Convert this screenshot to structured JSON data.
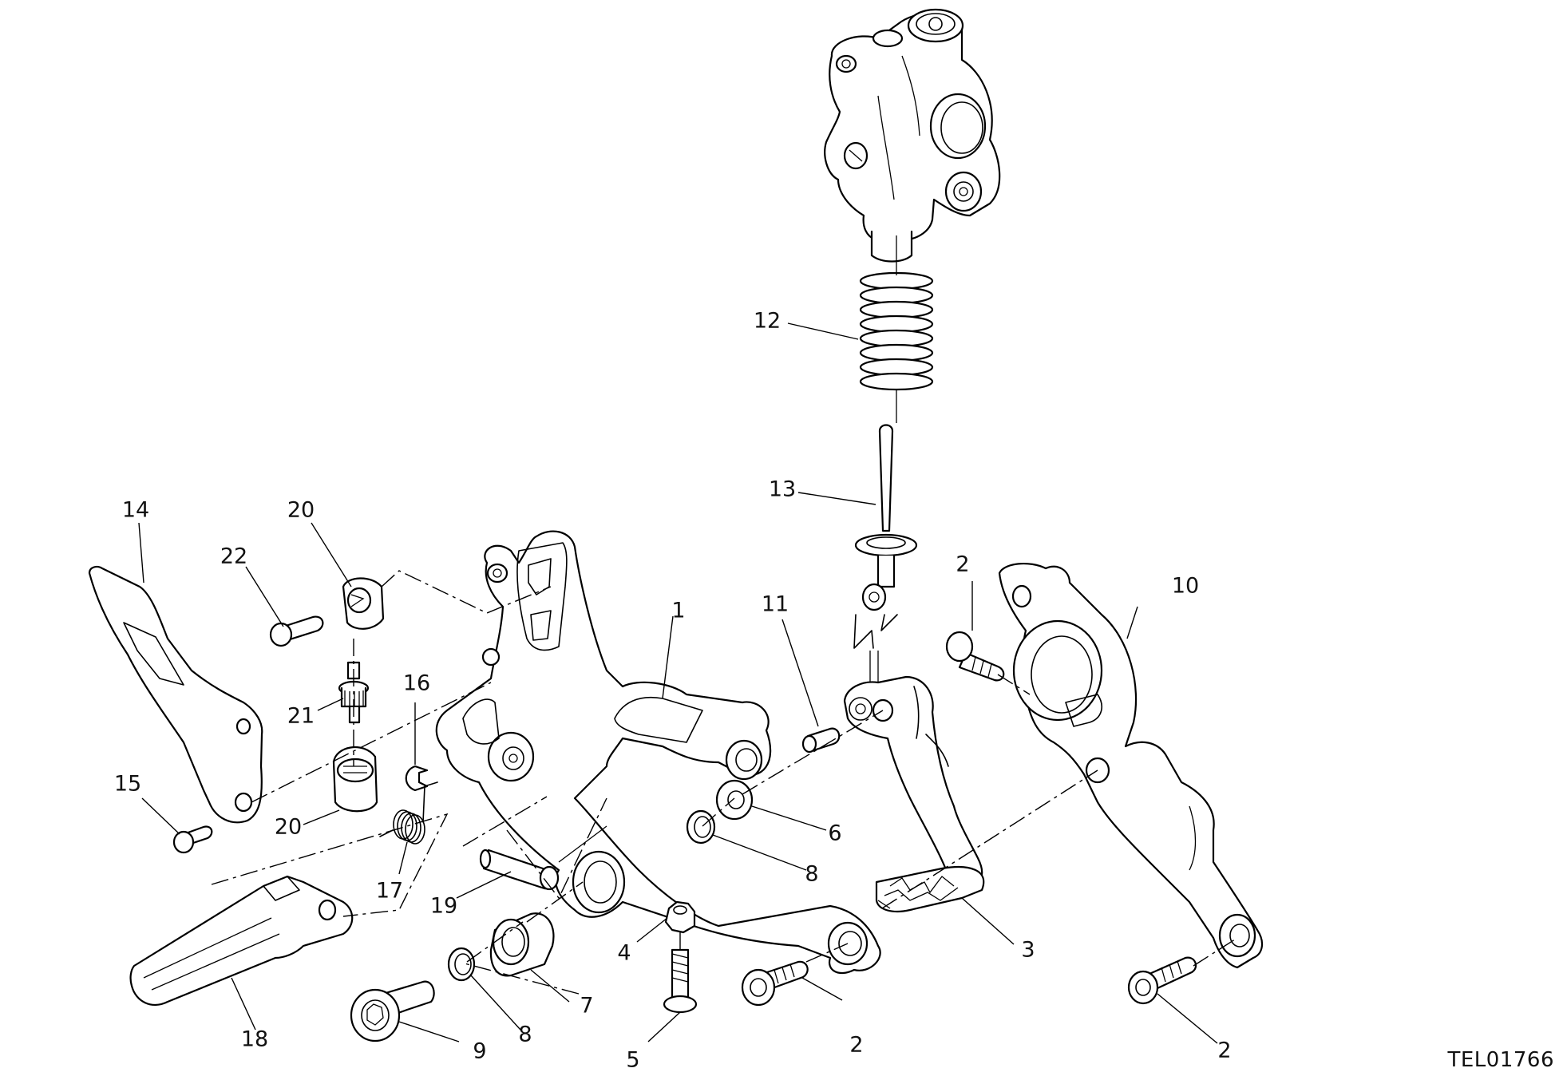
{
  "drawing_code": "TEL01766",
  "callouts": {
    "c1": "1",
    "c2a": "2",
    "c2b": "2",
    "c2c": "2",
    "c3": "3",
    "c4": "4",
    "c5": "5",
    "c6": "6",
    "c7": "7",
    "c8a": "8",
    "c8b": "8",
    "c9": "9",
    "c10": "10",
    "c11": "11",
    "c12": "12",
    "c13": "13",
    "c14": "14",
    "c15": "15",
    "c16": "16",
    "c17": "17",
    "c18": "18",
    "c19": "19",
    "c20a": "20",
    "c20b": "20",
    "c21": "21",
    "c22": "22"
  }
}
